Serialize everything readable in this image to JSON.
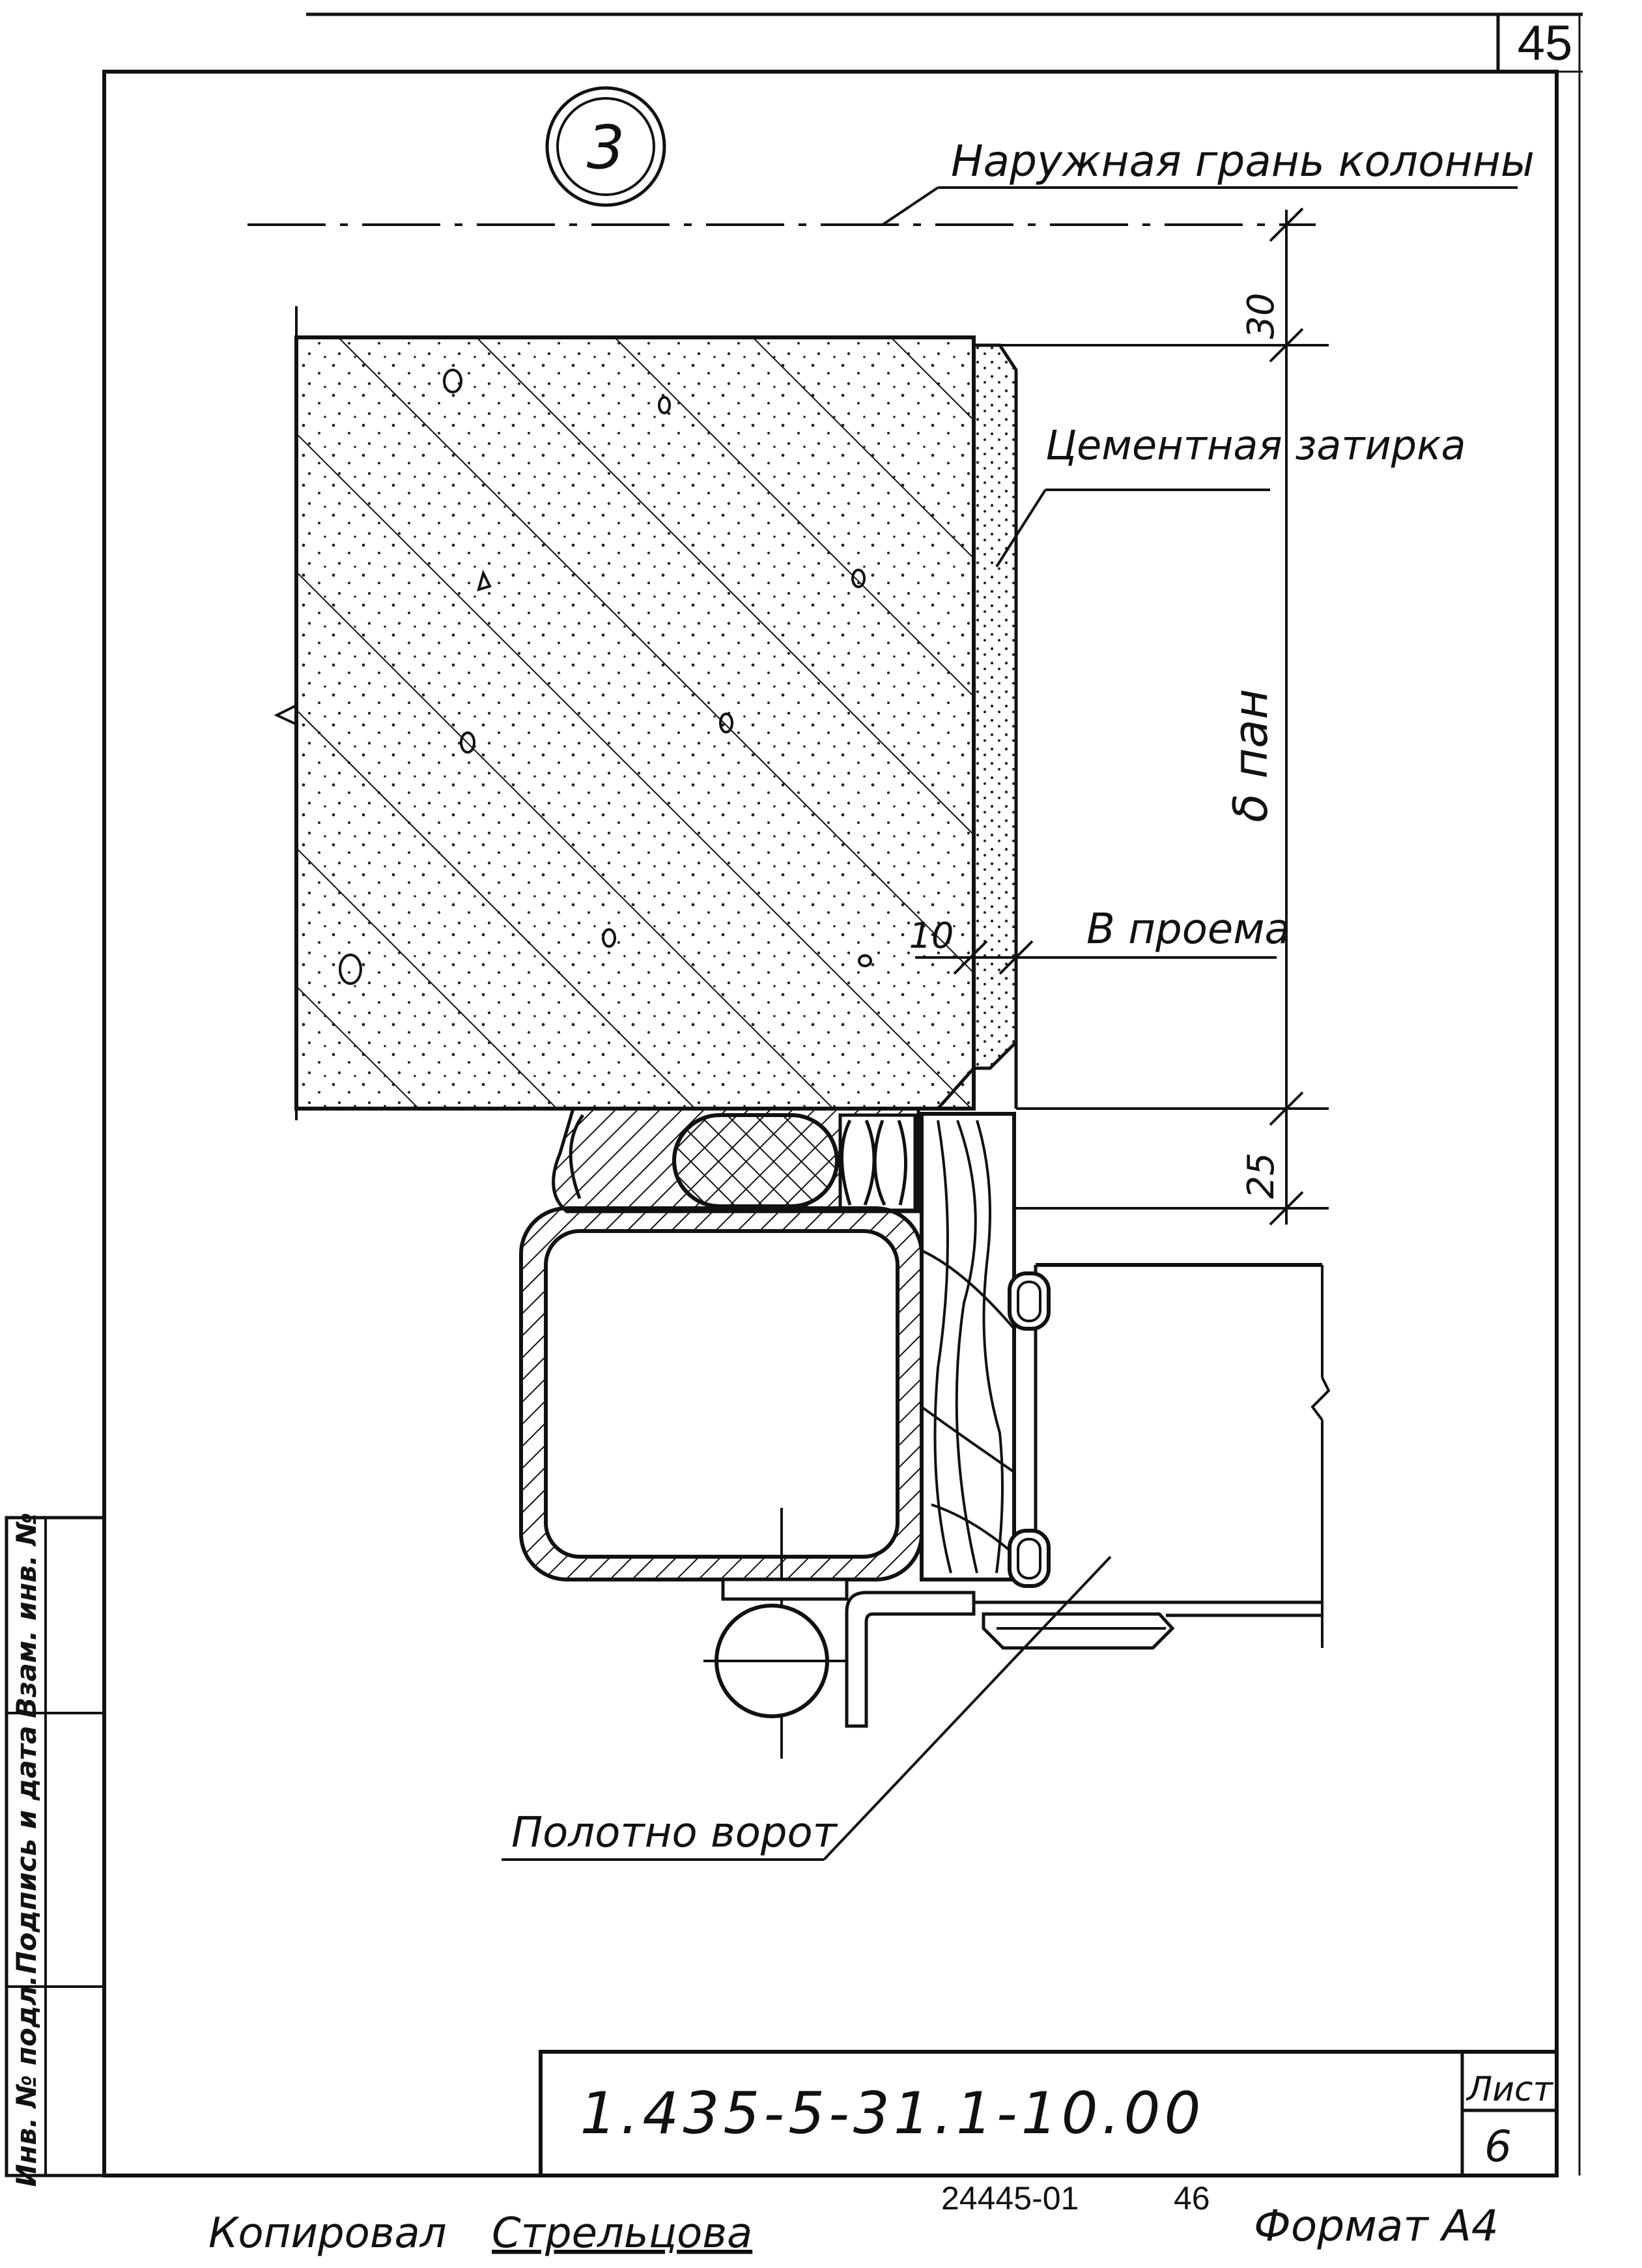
{
  "sheet": {
    "page_number": "45",
    "detail_marker": "3",
    "document_code": "1.435-5-31.1-10.00",
    "sheet_label": "Лист",
    "sheet_number": "6",
    "order_number": "24445-01",
    "copy_number": "46",
    "copied_by_label": "Копировал",
    "copied_by_name": "Стрельцова",
    "format_label": "Формат А4"
  },
  "side_stamp": {
    "inventory_label": "Инв. № подл.",
    "signature_date_label": "Подпись и дата",
    "replaces_label": "Взам. инв. №"
  },
  "labels": {
    "outer_face": "Наружная грань колонны",
    "cement_plaster": "Цементная затирка",
    "panel_thickness": "δ пан",
    "opening_width": "В проема",
    "gate_leaf": "Полотно ворот"
  },
  "dimensions": {
    "top_offset": "30",
    "gap": "10",
    "bottom_offset": "25"
  }
}
